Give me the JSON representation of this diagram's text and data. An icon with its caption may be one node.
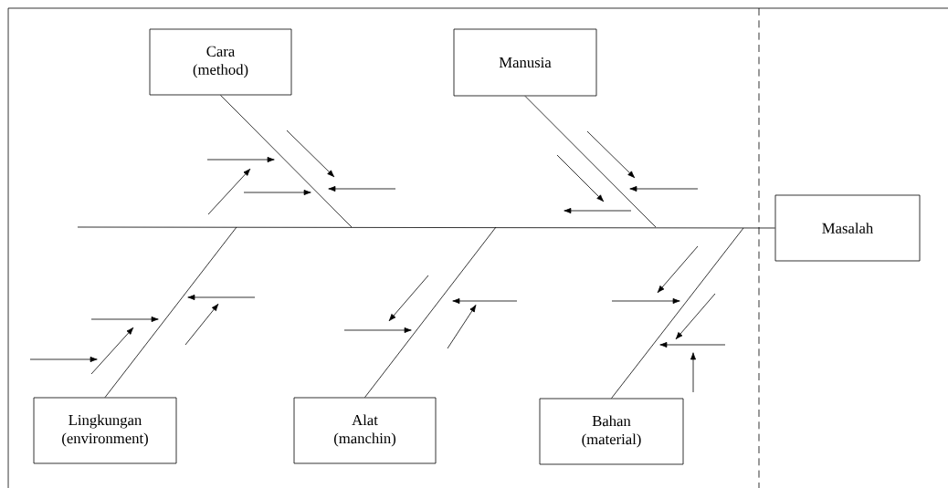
{
  "diagram": {
    "nodes": [
      {
        "text": [
          "Cara",
          "(method)"
        ]
      },
      {
        "text": [
          "Manusia"
        ]
      },
      {
        "text": [
          "Masalah"
        ]
      },
      {
        "text": [
          "Lingkungan",
          "(environment)"
        ]
      },
      {
        "text": [
          "Alat",
          "(manchin)"
        ]
      },
      {
        "text": [
          "Bahan",
          "(material)"
        ]
      }
    ],
    "edges": [
      {
        "from": null,
        "to": 2,
        "arrow": "none"
      },
      {
        "from": 0,
        "to": null,
        "arrow": "none"
      },
      {
        "from": 1,
        "to": null,
        "arrow": "none"
      },
      {
        "from": 3,
        "to": null,
        "arrow": "none"
      },
      {
        "from": 4,
        "to": null,
        "arrow": "none"
      },
      {
        "from": 5,
        "to": null,
        "arrow": "none"
      }
    ]
  }
}
